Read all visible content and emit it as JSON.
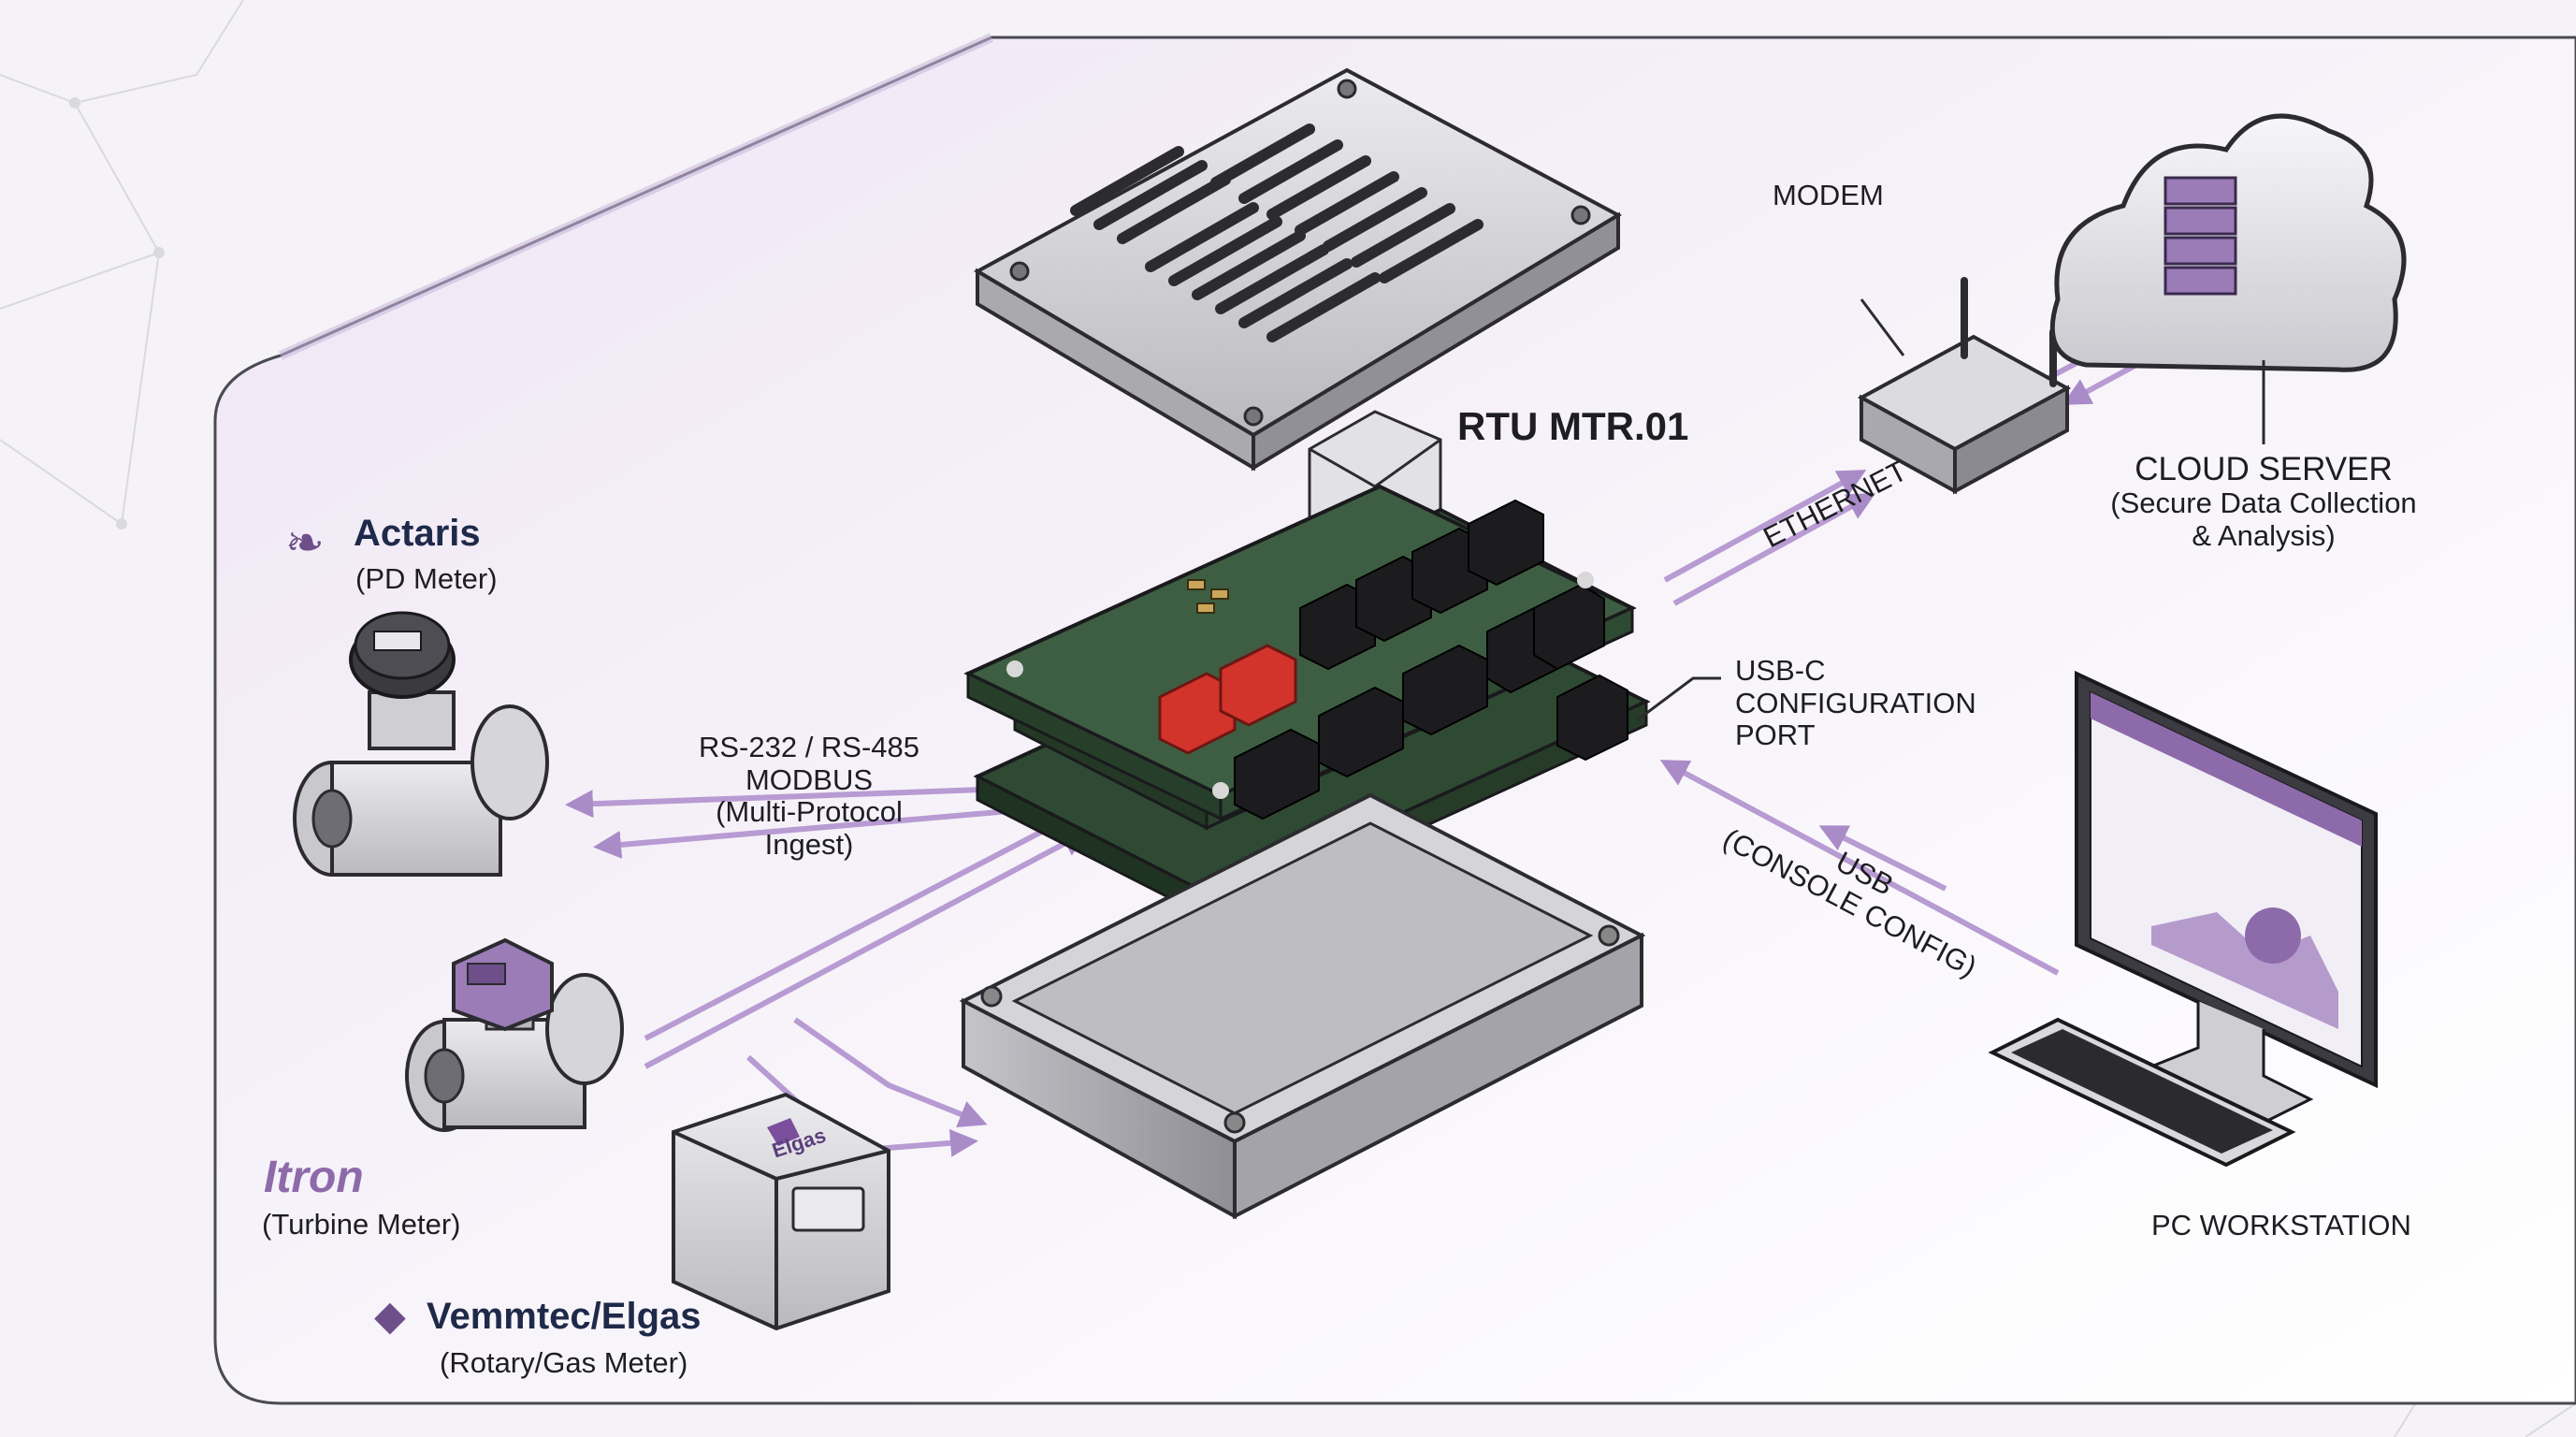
{
  "colors": {
    "accent_purple": "#7b4f9c",
    "arrow_purple": "#a98bc8",
    "brand_navy": "#1f2a4a",
    "pcb_green": "#2f4a33",
    "terminal_red": "#d2342c",
    "metal_grey": "#cfcfd3"
  },
  "device": {
    "title": "RTU MTR.01"
  },
  "meters": [
    {
      "brand": "Actaris",
      "type": "(PD Meter)",
      "icon": "actaris-swirl-logo"
    },
    {
      "brand": "Itron",
      "type": "(Turbine Meter)",
      "icon": "itron-logo"
    },
    {
      "brand": "Vemmtec/Elgas",
      "type": "(Rotary/Gas Meter)",
      "icon": "vemmtec-diamond-logo",
      "device_label": "Elgas"
    }
  ],
  "links": {
    "serial": [
      "RS-232 / RS-485",
      "MODBUS",
      "(Multi-Protocol",
      "Ingest)"
    ],
    "ethernet": "ETHERNET",
    "usb_port": [
      "USB-C",
      "CONFIGURATION",
      "PORT"
    ],
    "usb_console": [
      "USB",
      "(CONSOLE CONFIG)"
    ]
  },
  "network": {
    "modem": "MODEM",
    "cloud_title": "CLOUD SERVER",
    "cloud_sub": [
      "(Secure Data Collection",
      "& Analysis)"
    ],
    "pc": "PC WORKSTATION"
  }
}
